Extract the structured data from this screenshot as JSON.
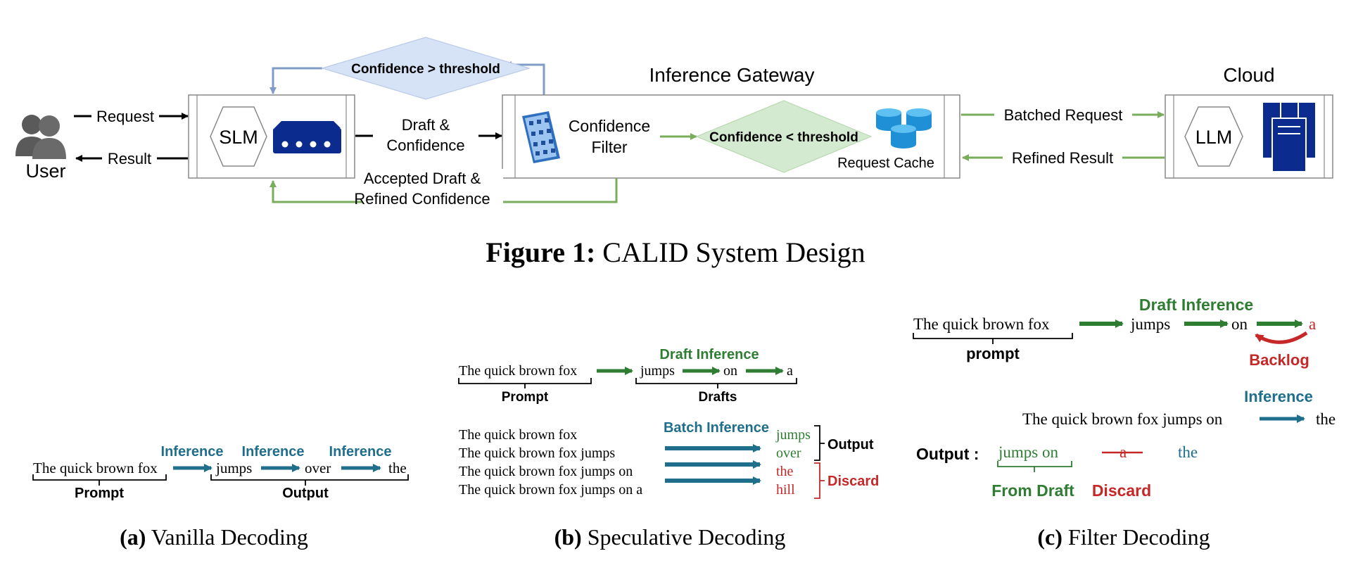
{
  "colors": {
    "green": "#79ad5b",
    "dark_green": "#2e7d32",
    "blue_gray": "#7f9cc6",
    "teal": "#1f6e8c",
    "red": "#c62828",
    "navy": "#0b2c8e",
    "diamond_blue": "#d6e2f5",
    "diamond_green": "#d4ead0",
    "box_stroke": "#888888"
  },
  "fig1": {
    "user_label": "User",
    "request": "Request",
    "result": "Result",
    "slm": "SLM",
    "draft_line1": "Draft &",
    "draft_line2": "Confidence",
    "conf_gt": "Confidence > threshold",
    "gateway_title": "Inference Gateway",
    "filter_line1": "Confidence",
    "filter_line2": "Filter",
    "conf_lt": "Confidence < threshold",
    "request_cache": "Request Cache",
    "accepted_line1": "Accepted Draft &",
    "accepted_line2": "Refined Confidence",
    "batched_request": "Batched Request",
    "refined_result": "Refined Result",
    "cloud_title": "Cloud",
    "llm": "LLM",
    "caption_bold": "Figure 1:",
    "caption_text": "CALID System Design",
    "icons": [
      "user-icon",
      "router-icon",
      "filter-grid-icon",
      "database-icon",
      "server-icon"
    ]
  },
  "panel_a": {
    "prompt_text": "The quick brown fox",
    "inference_labels": [
      "Inference",
      "Inference",
      "Inference"
    ],
    "tokens": [
      "jumps",
      "over",
      "the"
    ],
    "prompt_label": "Prompt",
    "output_label": "Output",
    "caption_bold": "(a)",
    "caption_text": "Vanilla Decoding"
  },
  "panel_b": {
    "prompt_text": "The quick brown fox",
    "draft_inference": "Draft Inference",
    "draft_tokens": [
      "jumps",
      "on",
      "a"
    ],
    "prompt_label": "Prompt",
    "drafts_label": "Drafts",
    "batch_inference": "Batch Inference",
    "lines": [
      "The quick brown fox",
      "The quick brown fox jumps",
      "The quick brown fox jumps on",
      "The quick brown fox jumps on a"
    ],
    "results": [
      "jumps",
      "over",
      "the",
      "hill"
    ],
    "output_label": "Output",
    "discard_label": "Discard",
    "caption_bold": "(b)",
    "caption_text": "Speculative Decoding"
  },
  "panel_c": {
    "prompt_text": "The quick brown fox",
    "draft_inference": "Draft Inference",
    "draft_tokens": [
      "jumps",
      "on",
      "a"
    ],
    "prompt_label": "prompt",
    "backlog_label": "Backlog",
    "inference_label": "Inference",
    "inference_prompt": "The quick brown fox jumps on",
    "inference_result": "the",
    "output_label": "Output :",
    "output_draft": "jumps on",
    "output_discard": "a",
    "output_new": "the",
    "from_draft": "From Draft",
    "discard": "Discard",
    "caption_bold": "(c)",
    "caption_text": "Filter Decoding"
  }
}
